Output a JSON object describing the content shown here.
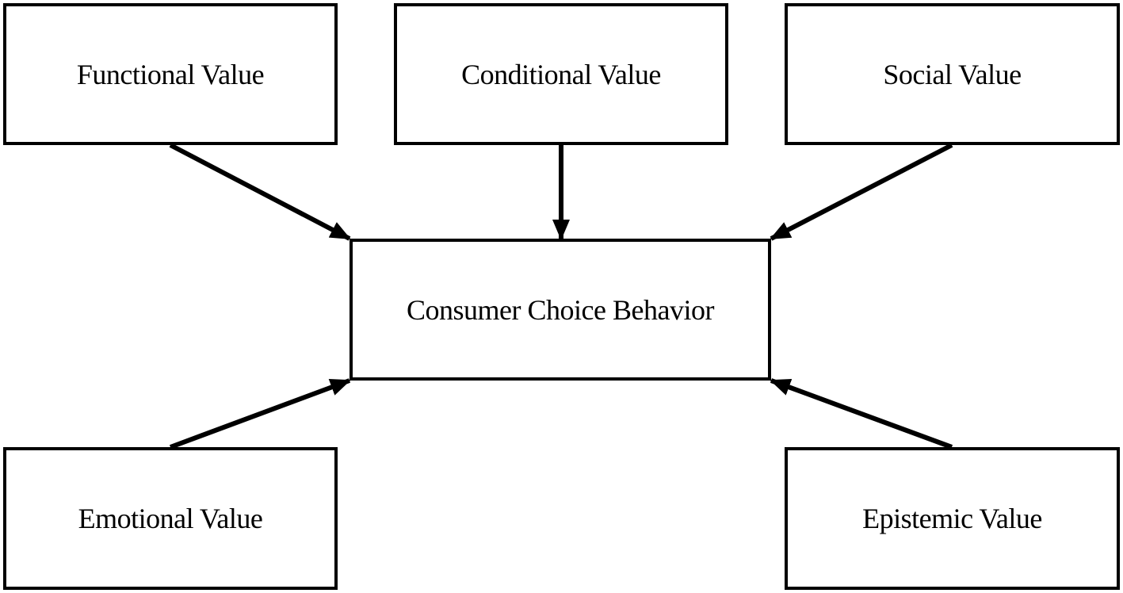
{
  "diagram": {
    "center": {
      "label": "Consumer Choice Behavior"
    },
    "nodes": [
      {
        "id": "functional",
        "label": "Functional Value"
      },
      {
        "id": "conditional",
        "label": "Conditional Value"
      },
      {
        "id": "social",
        "label": "Social Value"
      },
      {
        "id": "emotional",
        "label": "Emotional Value"
      },
      {
        "id": "epistemic",
        "label": "Epistemic Value"
      }
    ],
    "edges": [
      {
        "from": "functional",
        "to": "center"
      },
      {
        "from": "conditional",
        "to": "center"
      },
      {
        "from": "social",
        "to": "center"
      },
      {
        "from": "emotional",
        "to": "center"
      },
      {
        "from": "epistemic",
        "to": "center"
      }
    ],
    "colors": {
      "stroke": "#000000",
      "background": "#ffffff",
      "text": "#000000"
    }
  }
}
